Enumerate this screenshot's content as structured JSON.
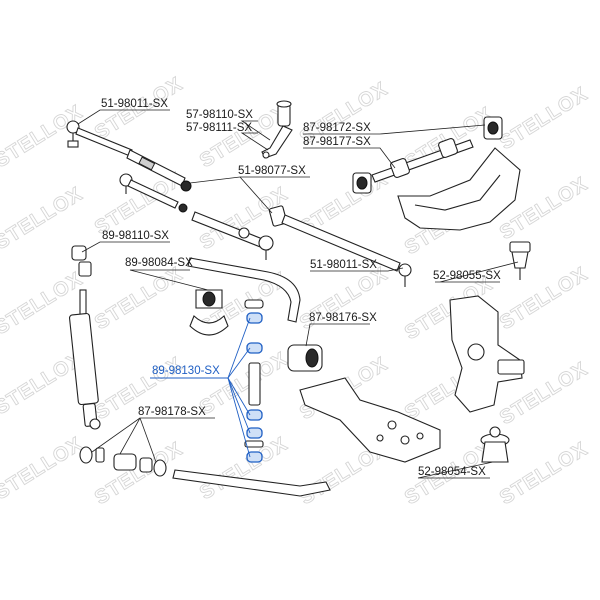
{
  "watermark": {
    "text": "STELLOX"
  },
  "labels": [
    {
      "id": "51-98011-SX-a",
      "text": "51-98011-SX",
      "highlight": false
    },
    {
      "id": "57-98110-SX",
      "text": "57-98110-SX",
      "highlight": false
    },
    {
      "id": "57-98111-SX",
      "text": "57-98111-SX",
      "highlight": false
    },
    {
      "id": "87-98172-SX",
      "text": "87-98172-SX",
      "highlight": false
    },
    {
      "id": "87-98177-SX",
      "text": "87-98177-SX",
      "highlight": false
    },
    {
      "id": "51-98077-SX",
      "text": "51-98077-SX",
      "highlight": false
    },
    {
      "id": "89-98110-SX",
      "text": "89-98110-SX",
      "highlight": false
    },
    {
      "id": "89-98084-SX",
      "text": "89-98084-SX",
      "highlight": false
    },
    {
      "id": "51-98011-SX-b",
      "text": "51-98011-SX",
      "highlight": false
    },
    {
      "id": "52-98055-SX",
      "text": "52-98055-SX",
      "highlight": false
    },
    {
      "id": "87-98176-SX",
      "text": "87-98176-SX",
      "highlight": false
    },
    {
      "id": "89-98130-SX",
      "text": "89-98130-SX",
      "highlight": true
    },
    {
      "id": "87-98178-SX",
      "text": "87-98178-SX",
      "highlight": false
    },
    {
      "id": "52-98054-SX",
      "text": "52-98054-SX",
      "highlight": false
    }
  ],
  "colors": {
    "highlight": "#1f5fc4",
    "ink": "#1a1a1a",
    "watermark": "#d6d6d6"
  }
}
